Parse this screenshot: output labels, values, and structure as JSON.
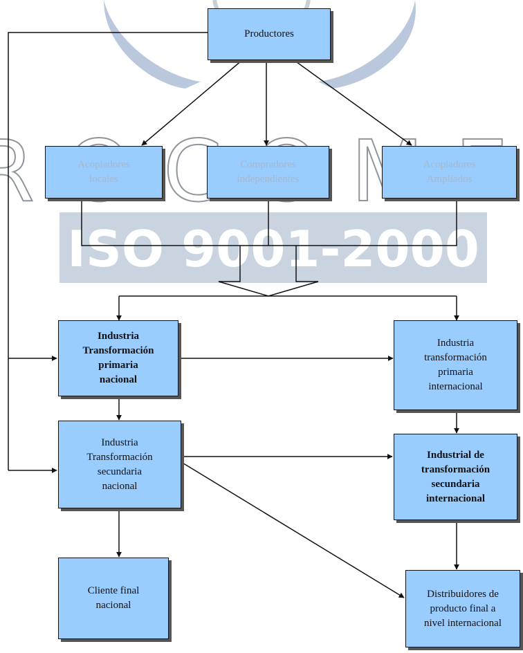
{
  "watermark": {
    "logo_text": "PROCOMER",
    "standard_text": "ISO 9001-2000",
    "emblem": "procomer-swoosh-emblem",
    "colors": {
      "blue": "#b9c8dc",
      "grey": "#cfd4d9",
      "band": "#c9d4e0"
    }
  },
  "diagram": {
    "box_fill": "#99ccff",
    "line_color": "#111111",
    "nodes": {
      "productores": "Productores",
      "acopiadores_locales": "Acopiadores\nlocales",
      "compradores_independientes": "Compradores\nindependientes",
      "acopiadores_ampliados": "Acopiadores\nAmpliados",
      "industria_primaria_nacional": "Industria\nTransformación\nprimaria\nnacional",
      "industria_primaria_internacional": "Industria\ntransformación\nprimaria\ninternacional",
      "industria_secundaria_nacional": "Industria\nTransformación\nsecundaria\nnacional",
      "industrial_secundaria_internacional": "Industrial de\ntransformación\nsecundaria\ninternacional",
      "cliente_final_nacional": "Cliente final\nnacional",
      "distribuidores_internacional": "Distribuidores de\nproducto final a\nnivel internacional"
    }
  }
}
